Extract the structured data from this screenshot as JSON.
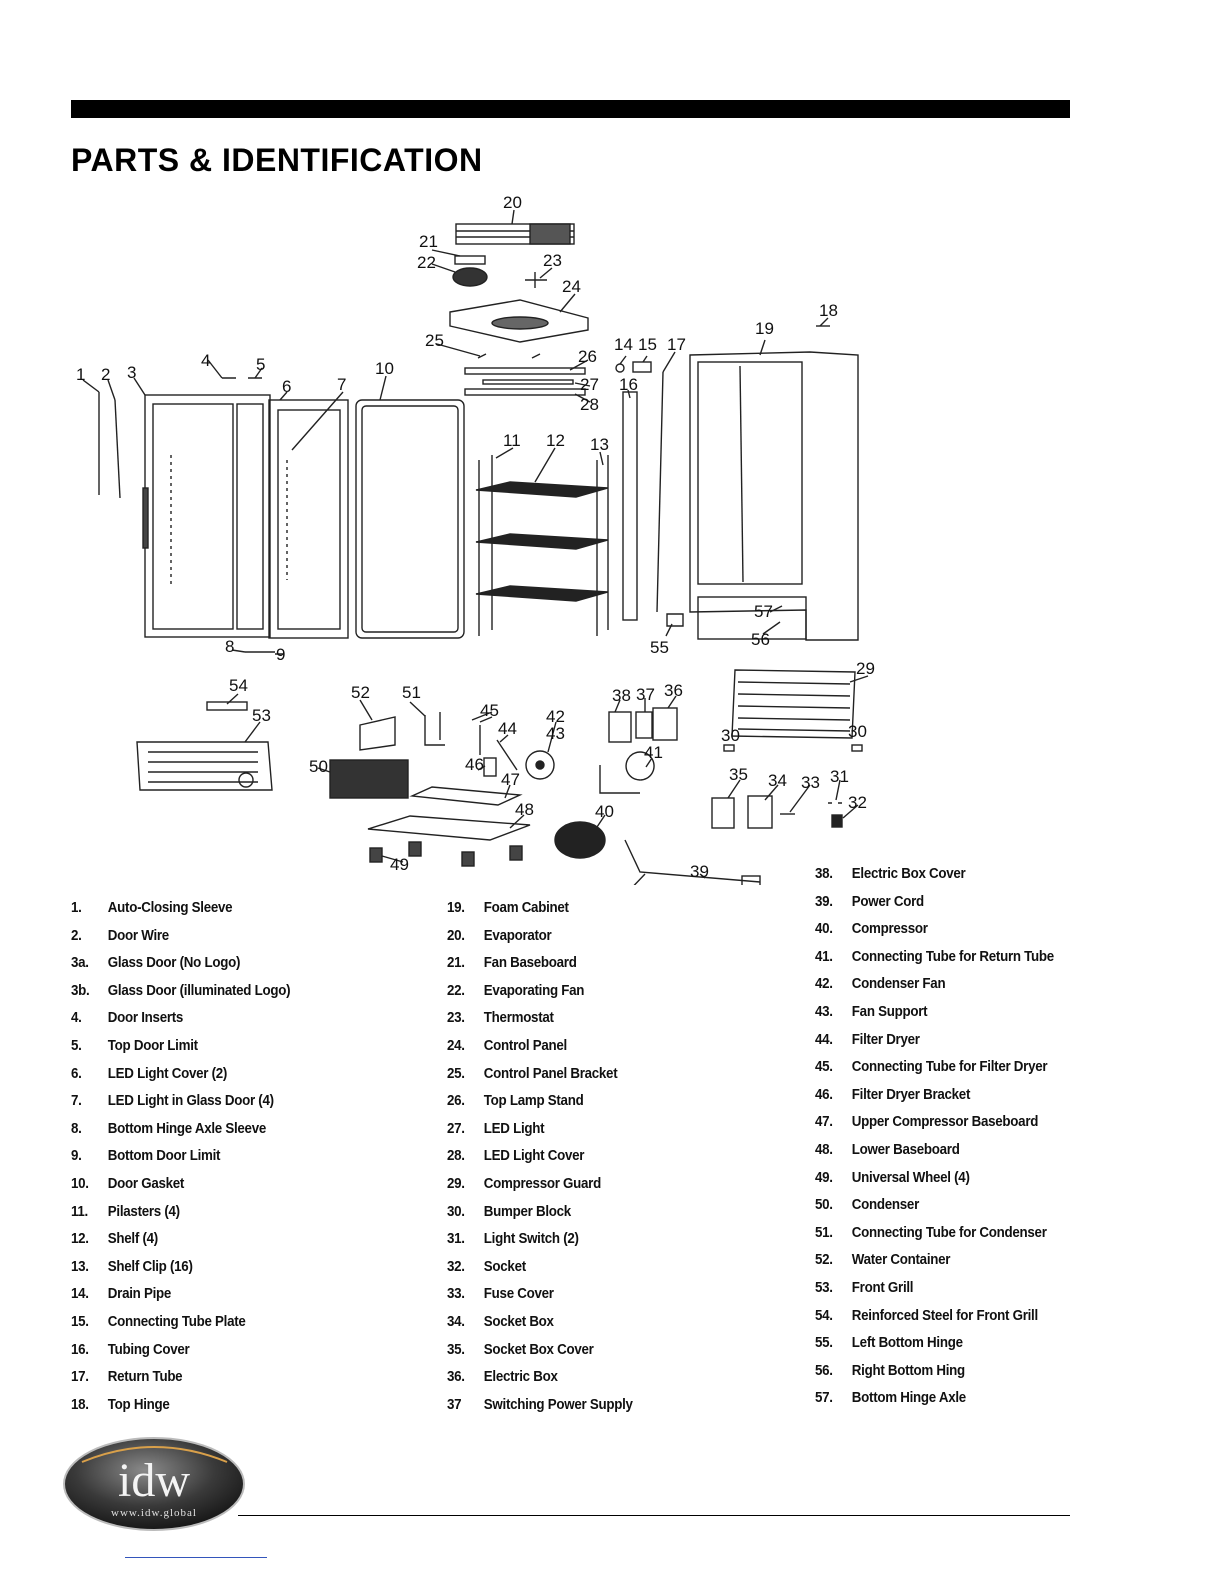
{
  "header": {
    "title": "PARTS & IDENTIFICATION"
  },
  "diagram": {
    "callouts": [
      "1",
      "2",
      "3",
      "4",
      "5",
      "6",
      "7",
      "8",
      "9",
      "10",
      "11",
      "12",
      "13",
      "14",
      "15",
      "16",
      "17",
      "18",
      "19",
      "20",
      "21",
      "22",
      "23",
      "24",
      "25",
      "26",
      "27",
      "28",
      "29",
      "30",
      "30",
      "31",
      "32",
      "33",
      "34",
      "35",
      "36",
      "37",
      "38",
      "39",
      "40",
      "41",
      "42",
      "43",
      "44",
      "45",
      "46",
      "47",
      "48",
      "49",
      "50",
      "51",
      "52",
      "53",
      "54",
      "55",
      "56",
      "57"
    ]
  },
  "parts": {
    "col1": [
      {
        "num": "1.",
        "label": "Auto-Closing Sleeve"
      },
      {
        "num": "2.",
        "label": "Door Wire"
      },
      {
        "num": "3a.",
        "label": "Glass Door (No Logo)"
      },
      {
        "num": "3b.",
        "label": "Glass Door (illuminated Logo)"
      },
      {
        "num": "4.",
        "label": "Door Inserts"
      },
      {
        "num": "5.",
        "label": "Top Door Limit"
      },
      {
        "num": "6.",
        "label": "LED Light Cover (2)"
      },
      {
        "num": "7.",
        "label": "LED Light in Glass Door (4)"
      },
      {
        "num": "8.",
        "label": "Bottom Hinge Axle Sleeve"
      },
      {
        "num": "9.",
        "label": "Bottom Door Limit"
      },
      {
        "num": "10.",
        "label": "Door Gasket"
      },
      {
        "num": "11.",
        "label": "Pilasters (4)"
      },
      {
        "num": "12.",
        "label": "Shelf (4)"
      },
      {
        "num": "13.",
        "label": "Shelf Clip (16)"
      },
      {
        "num": "14.",
        "label": "Drain Pipe"
      },
      {
        "num": "15.",
        "label": "Connecting Tube Plate"
      },
      {
        "num": "16.",
        "label": "Tubing Cover"
      },
      {
        "num": "17.",
        "label": "Return Tube"
      },
      {
        "num": "18.",
        "label": "Top Hinge"
      }
    ],
    "col2": [
      {
        "num": "19.",
        "label": "Foam Cabinet"
      },
      {
        "num": "20.",
        "label": "Evaporator"
      },
      {
        "num": "21.",
        "label": "Fan Baseboard"
      },
      {
        "num": "22.",
        "label": "Evaporating Fan"
      },
      {
        "num": "23.",
        "label": "Thermostat"
      },
      {
        "num": "24.",
        "label": "Control Panel"
      },
      {
        "num": "25.",
        "label": "Control Panel Bracket"
      },
      {
        "num": "26.",
        "label": "Top Lamp Stand"
      },
      {
        "num": "27.",
        "label": "LED Light"
      },
      {
        "num": "28.",
        "label": "LED Light Cover"
      },
      {
        "num": "29.",
        "label": "Compressor Guard"
      },
      {
        "num": "30.",
        "label": "Bumper Block"
      },
      {
        "num": "31.",
        "label": "Light Switch (2)"
      },
      {
        "num": "32.",
        "label": "Socket"
      },
      {
        "num": "33.",
        "label": "Fuse Cover"
      },
      {
        "num": "34.",
        "label": "Socket Box"
      },
      {
        "num": "35.",
        "label": "Socket Box Cover"
      },
      {
        "num": "36.",
        "label": "Electric Box"
      },
      {
        "num": "37",
        "label": "Switching Power Supply"
      }
    ],
    "col3": [
      {
        "num": "38.",
        "label": "Electric Box Cover"
      },
      {
        "num": "39.",
        "label": "Power Cord"
      },
      {
        "num": "40.",
        "label": "Compressor"
      },
      {
        "num": "41.",
        "label": "Connecting Tube for Return Tube"
      },
      {
        "num": "42.",
        "label": "Condenser Fan"
      },
      {
        "num": "43.",
        "label": "Fan Support"
      },
      {
        "num": "44.",
        "label": "Filter Dryer"
      },
      {
        "num": "45.",
        "label": "Connecting Tube for Filter Dryer"
      },
      {
        "num": "46.",
        "label": "Filter Dryer Bracket"
      },
      {
        "num": "47.",
        "label": "Upper Compressor Baseboard"
      },
      {
        "num": "48.",
        "label": "Lower Baseboard"
      },
      {
        "num": "49.",
        "label": "Universal Wheel (4)"
      },
      {
        "num": "50.",
        "label": "Condenser"
      },
      {
        "num": "51.",
        "label": "Connecting Tube for Condenser"
      },
      {
        "num": "52.",
        "label": "Water Container"
      },
      {
        "num": "53.",
        "label": "Front Grill"
      },
      {
        "num": "54.",
        "label": "Reinforced Steel for Front Grill"
      },
      {
        "num": "55.",
        "label": "Left Bottom Hinge"
      },
      {
        "num": "56.",
        "label": "Right Bottom Hing"
      },
      {
        "num": "57.",
        "label": "Bottom Hinge Axle"
      }
    ]
  },
  "logo": {
    "brand": "idw",
    "url": "www.idw.global"
  }
}
